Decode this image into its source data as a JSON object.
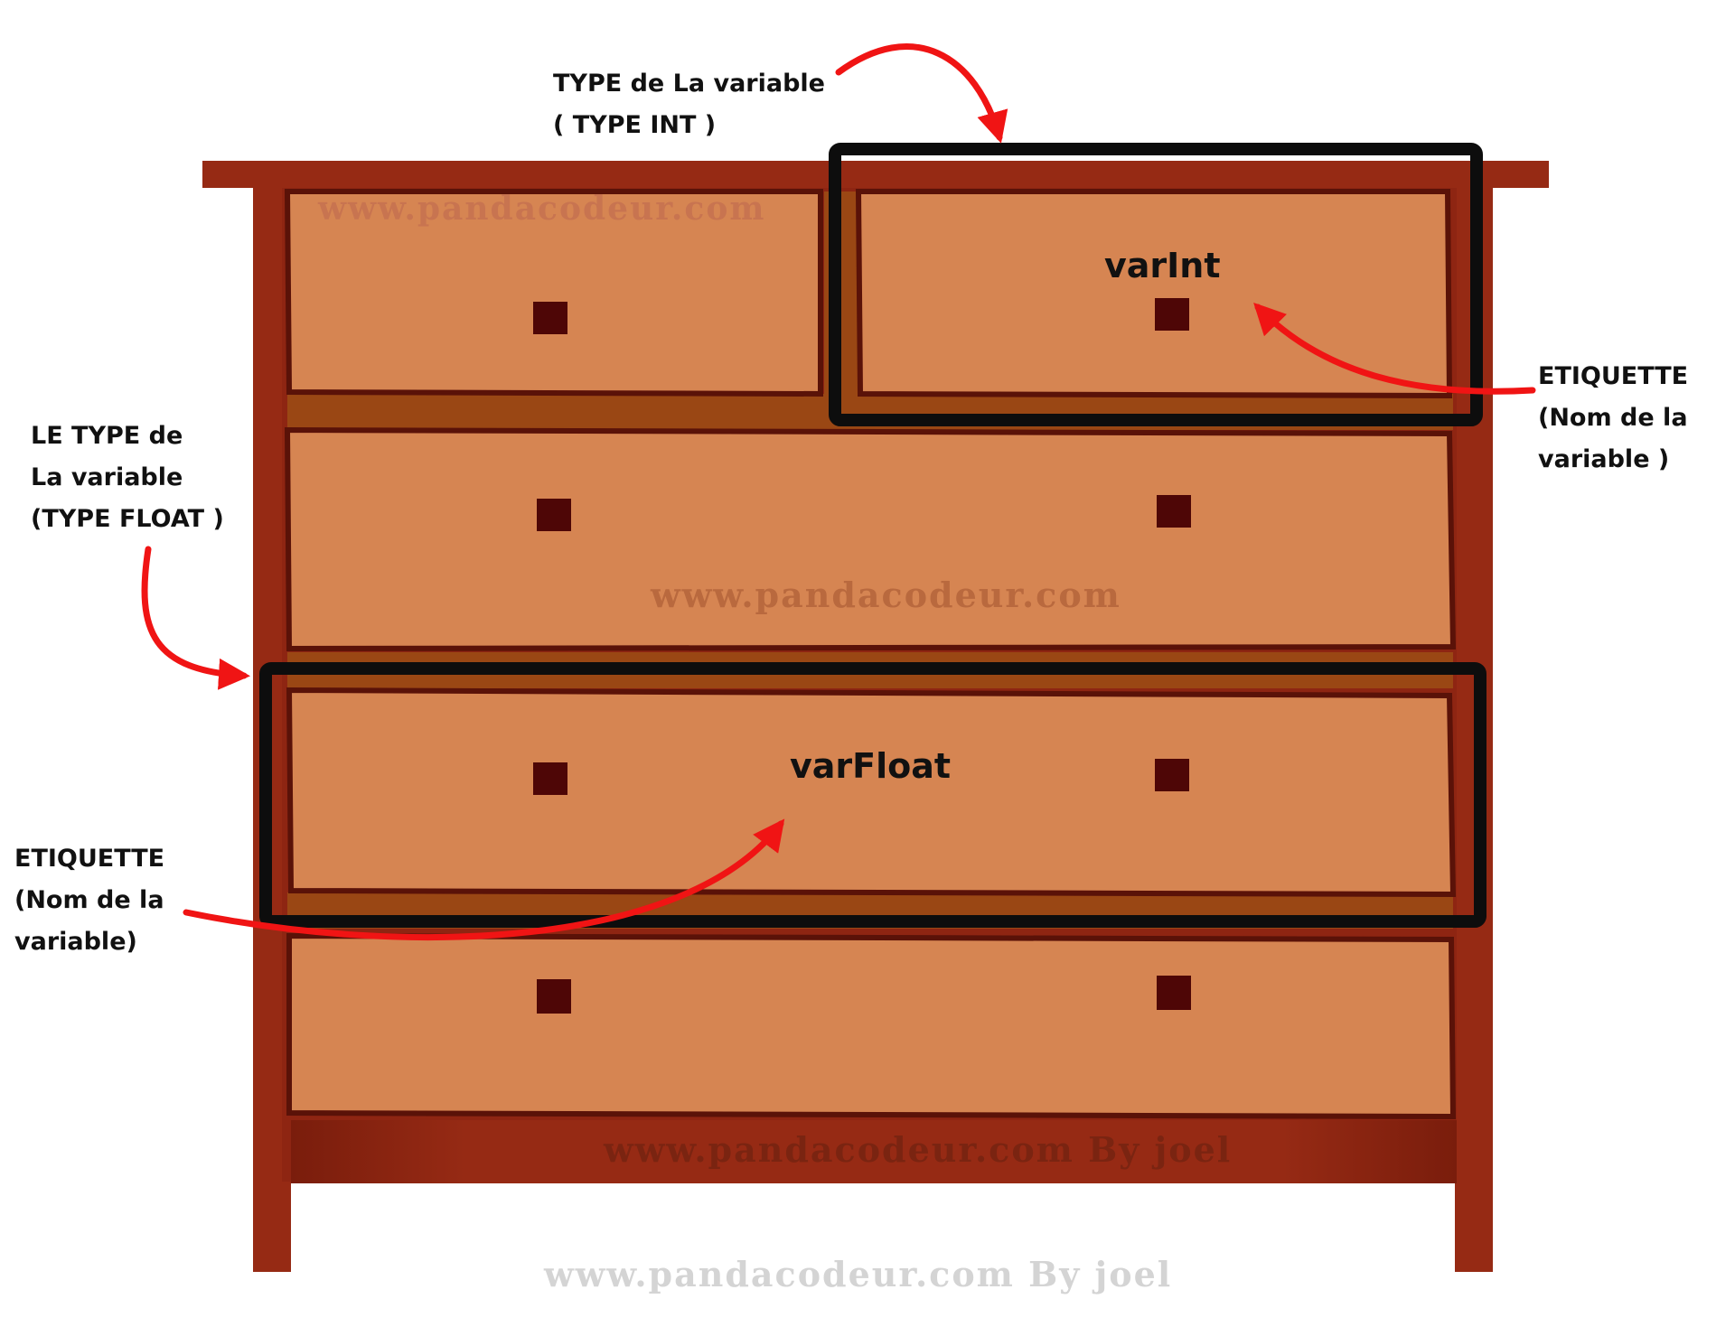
{
  "labels": {
    "type_int": {
      "line1": "TYPE de La variable",
      "line2": "( TYPE  INT )"
    },
    "etiquette_right": {
      "line1": "ETIQUETTE",
      "line2": "(Nom de la",
      "line3": "variable )"
    },
    "type_float": {
      "line1": "LE TYPE  de",
      "line2": "La variable",
      "line3": "(TYPE FLOAT )"
    },
    "etiquette_left": {
      "line1": "ETIQUETTE",
      "line2": "(Nom de la",
      "line3": "variable)"
    }
  },
  "drawer_names": {
    "int": "varInt",
    "float": "varFloat"
  },
  "watermarks": {
    "top": "www.pandacodeur.com",
    "middle": "www.pandacodeur.com",
    "base": "www.pandacodeur.com By joel",
    "bottom": "www.pandacodeur.com By joel"
  },
  "colors": {
    "frame": "#962a14",
    "frame_dark": "#7a1d0c",
    "drawer": "#d68552",
    "drawer_border": "#5a1208",
    "knob": "#4e0606",
    "gap": "#9a4714",
    "highlight_box": "#0d0d0d",
    "arrow": "#f01414"
  },
  "icons": [
    "arrow-icon",
    "drawer-knob-icon"
  ]
}
